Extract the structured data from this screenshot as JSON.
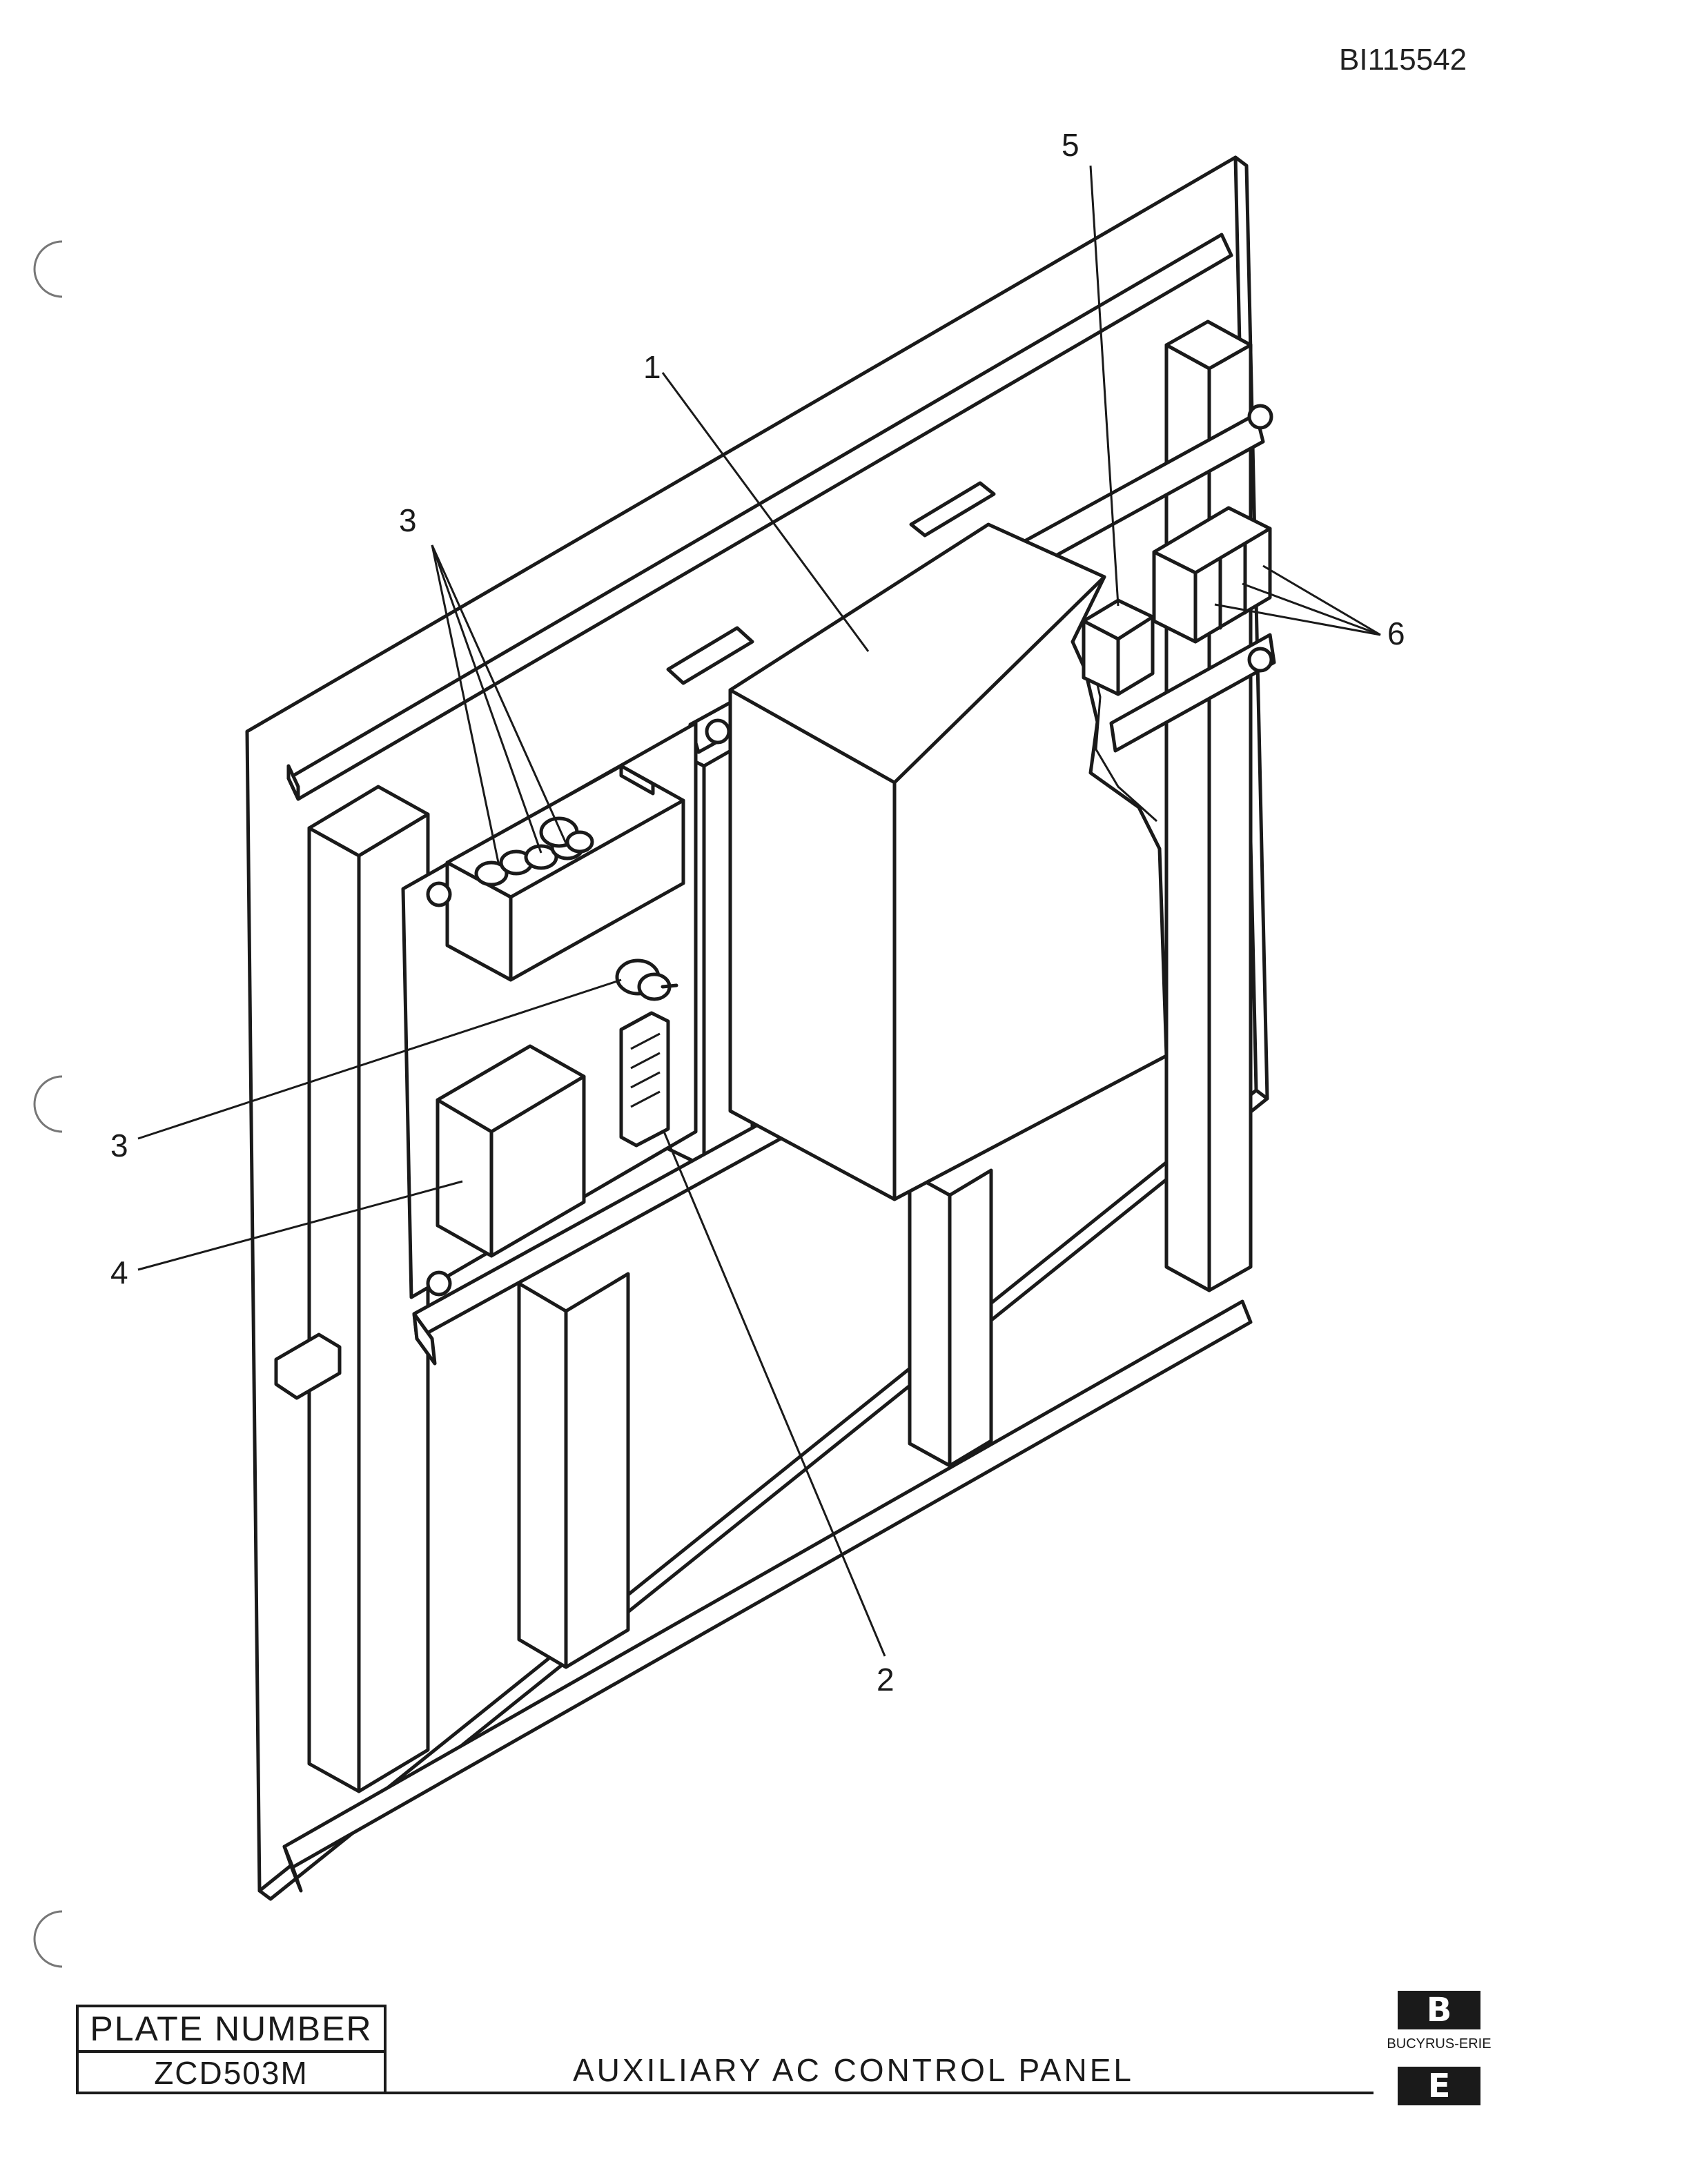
{
  "document_id": "BI115542",
  "callouts": {
    "c1": "1",
    "c2": "2",
    "c3a": "3",
    "c3b": "3",
    "c4": "4",
    "c5": "5",
    "c6": "6"
  },
  "title_block": {
    "plate_label": "PLATE NUMBER",
    "plate_number": "ZCD503M",
    "title": "AUXILIARY AC CONTROL PANEL"
  },
  "logo": {
    "top_letter": "B",
    "bottom_letter": "E",
    "brand": "BUCYRUS-ERIE"
  }
}
